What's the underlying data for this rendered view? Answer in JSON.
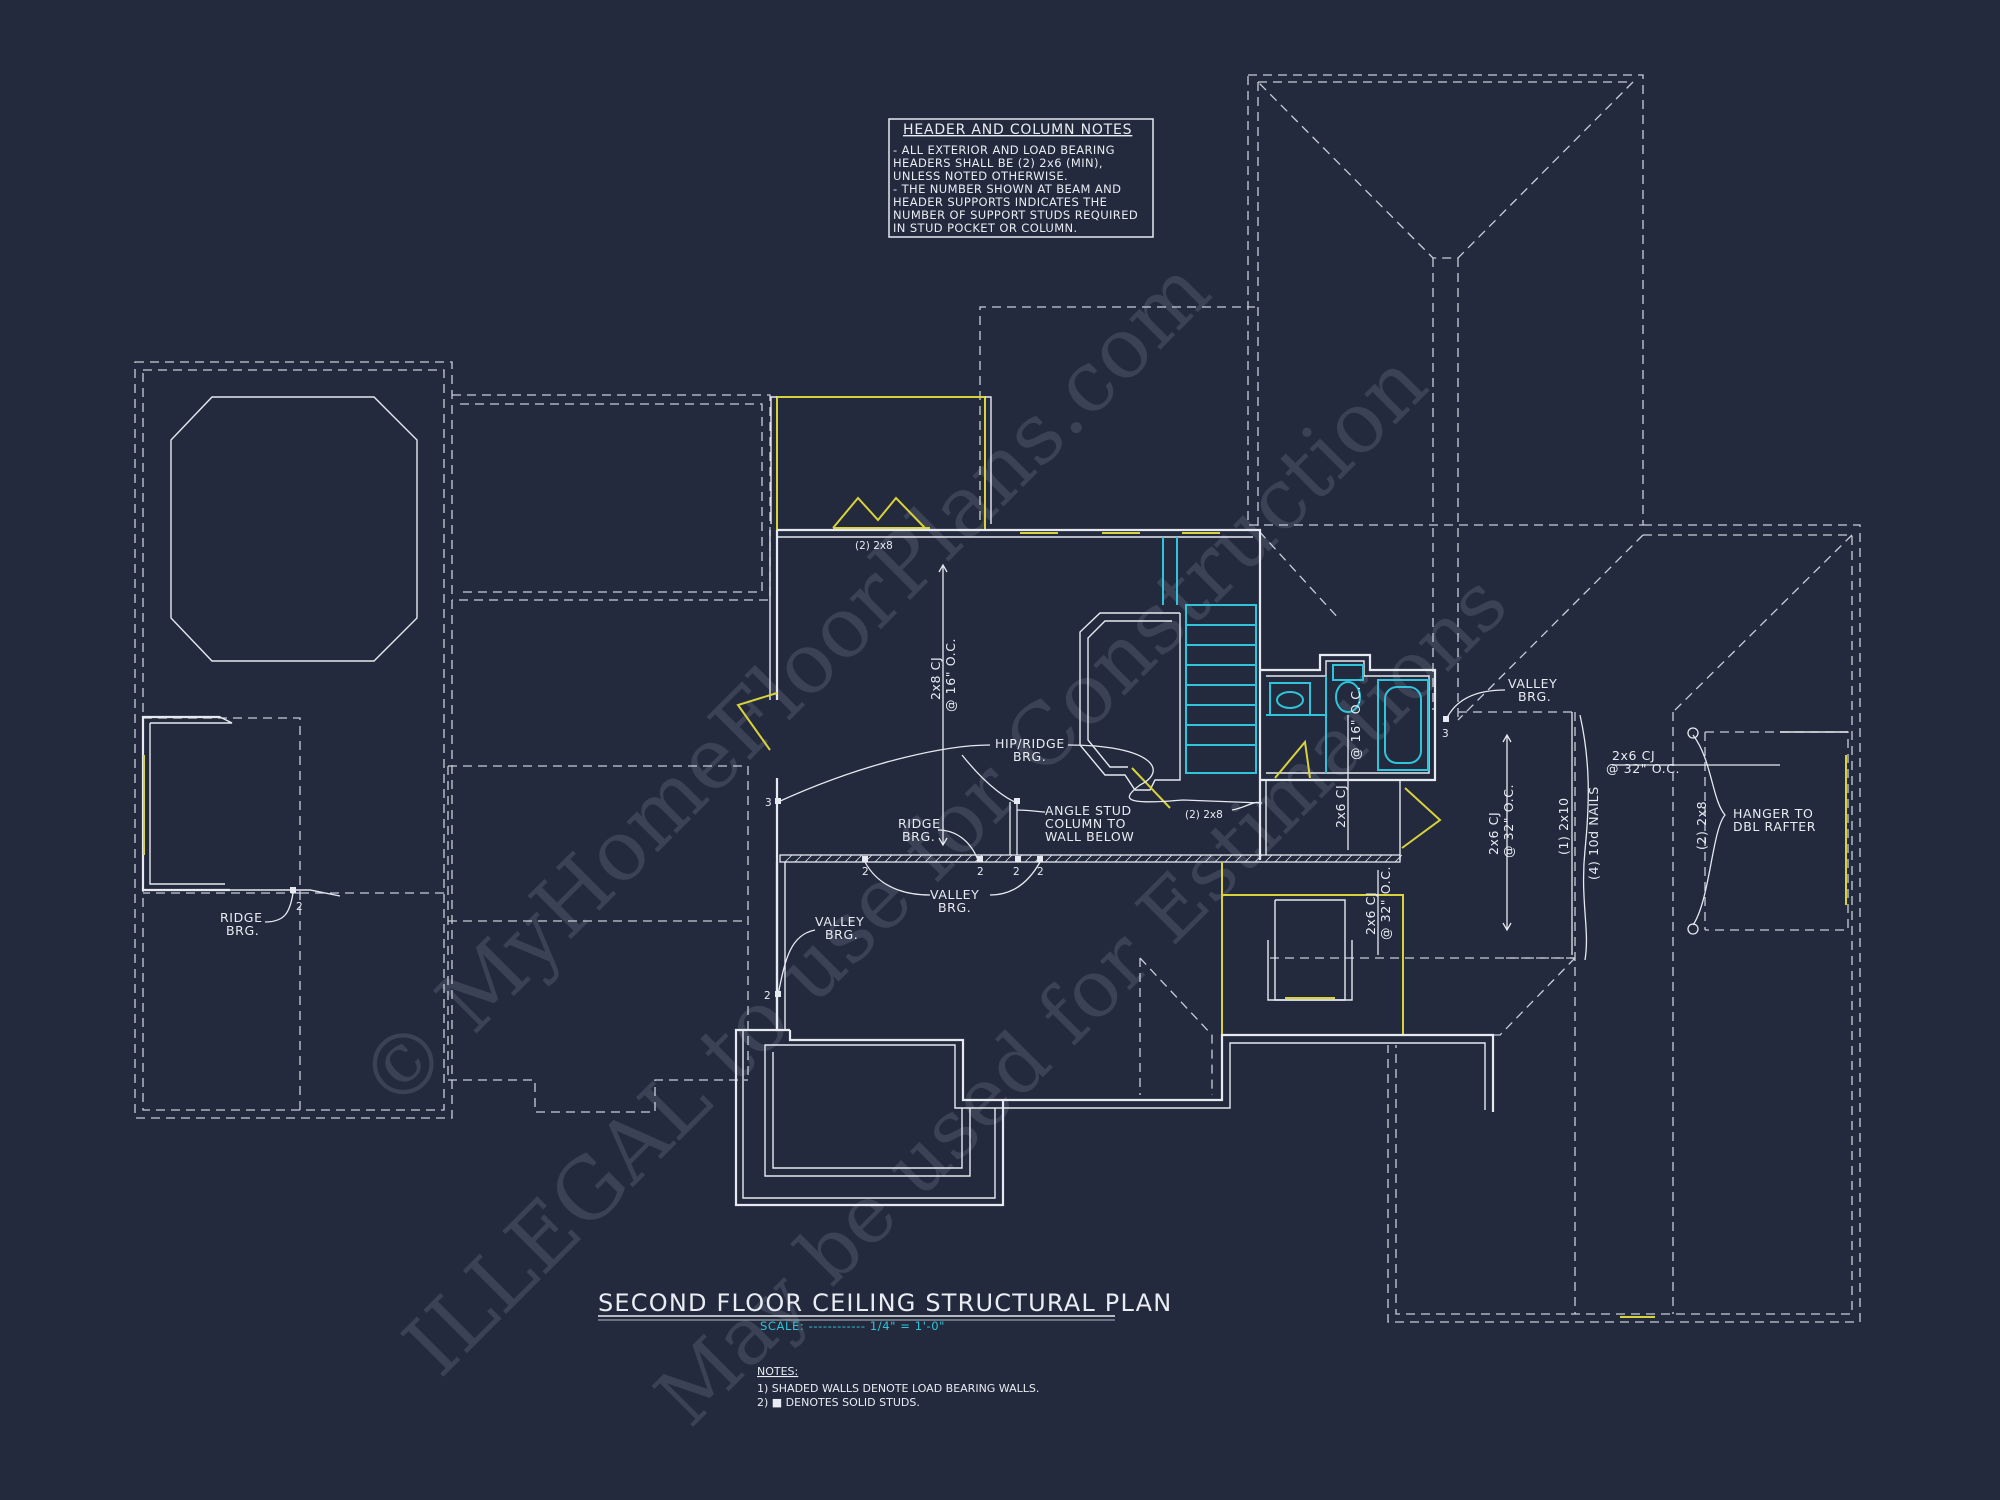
{
  "header_notes": {
    "title": "HEADER AND COLUMN NOTES",
    "lines": [
      "- ALL EXTERIOR AND LOAD BEARING",
      "HEADERS SHALL BE (2) 2x6 (MIN),",
      "UNLESS NOTED OTHERWISE.",
      "- THE NUMBER SHOWN AT BEAM AND",
      "HEADER SUPPORTS INDICATES THE",
      "NUMBER OF SUPPORT STUDS REQUIRED",
      "IN STUD POCKET OR COLUMN."
    ]
  },
  "labels": {
    "header_2x8_top": "(2) 2x8",
    "cj_2x8_line1": "2x8 CJ",
    "cj_2x8_line2": "@ 16\" O.C.",
    "hip_ridge_1": "HIP/RIDGE",
    "hip_ridge_2": "BRG.",
    "ridge_c_1": "RIDGE",
    "ridge_c_2": "BRG.",
    "angle_1": "ANGLE STUD",
    "angle_2": "COLUMN TO",
    "angle_3": "WALL BELOW",
    "header_2x8_mid": "(2) 2x8",
    "cj_2x6_bath_1": "2x6 CJ",
    "cj_2x6_bath_2": "@ 16\" O.C.",
    "valley_c_1": "VALLEY",
    "valley_c_2": "BRG.",
    "valley_l_1": "VALLEY",
    "valley_l_2": "BRG.",
    "ridge_l_1": "RIDGE",
    "ridge_l_2": "BRG.",
    "cj_2x6_low_1": "2x6 CJ",
    "cj_2x6_low_2": "@ 32\" O.C.",
    "valley_r_1": "VALLEY",
    "valley_r_2": "BRG.",
    "cj_2x6_right_1": "2x6 CJ",
    "cj_2x6_right_2": "@ 32\" O.C.",
    "beam_2x10": "(1) 2x10",
    "nails": "(4) 10d NAILS",
    "cj_2x6_top_1": "2x6 CJ",
    "cj_2x6_top_2": "@ 32\" O.C.",
    "header_2x8_right": "(2) 2x8",
    "hanger_1": "HANGER TO",
    "hanger_2": "DBL RAFTER",
    "studs": [
      "3",
      "2",
      "2",
      "2",
      "2",
      "3",
      "2",
      "2"
    ]
  },
  "title_block": {
    "title": "SECOND FLOOR CEILING STRUCTURAL PLAN",
    "scale": "SCALE: ------------ 1/4\" = 1'-0\""
  },
  "notes": {
    "heading": "NOTES:",
    "items": [
      "1) SHADED WALLS DENOTE LOAD BEARING WALLS.",
      "2) ■ DENOTES SOLID STUDS."
    ]
  },
  "watermark": {
    "line1": "© MyHomeFloorPlans.com",
    "line2": "ILLEGAL to use for Construction",
    "line3": "May be used for Estimations"
  },
  "colors": {
    "background": "#232a3d",
    "lines": "#e6e9ef",
    "accent_yellow": "#d9d23a",
    "accent_cyan": "#2ec4d9"
  }
}
